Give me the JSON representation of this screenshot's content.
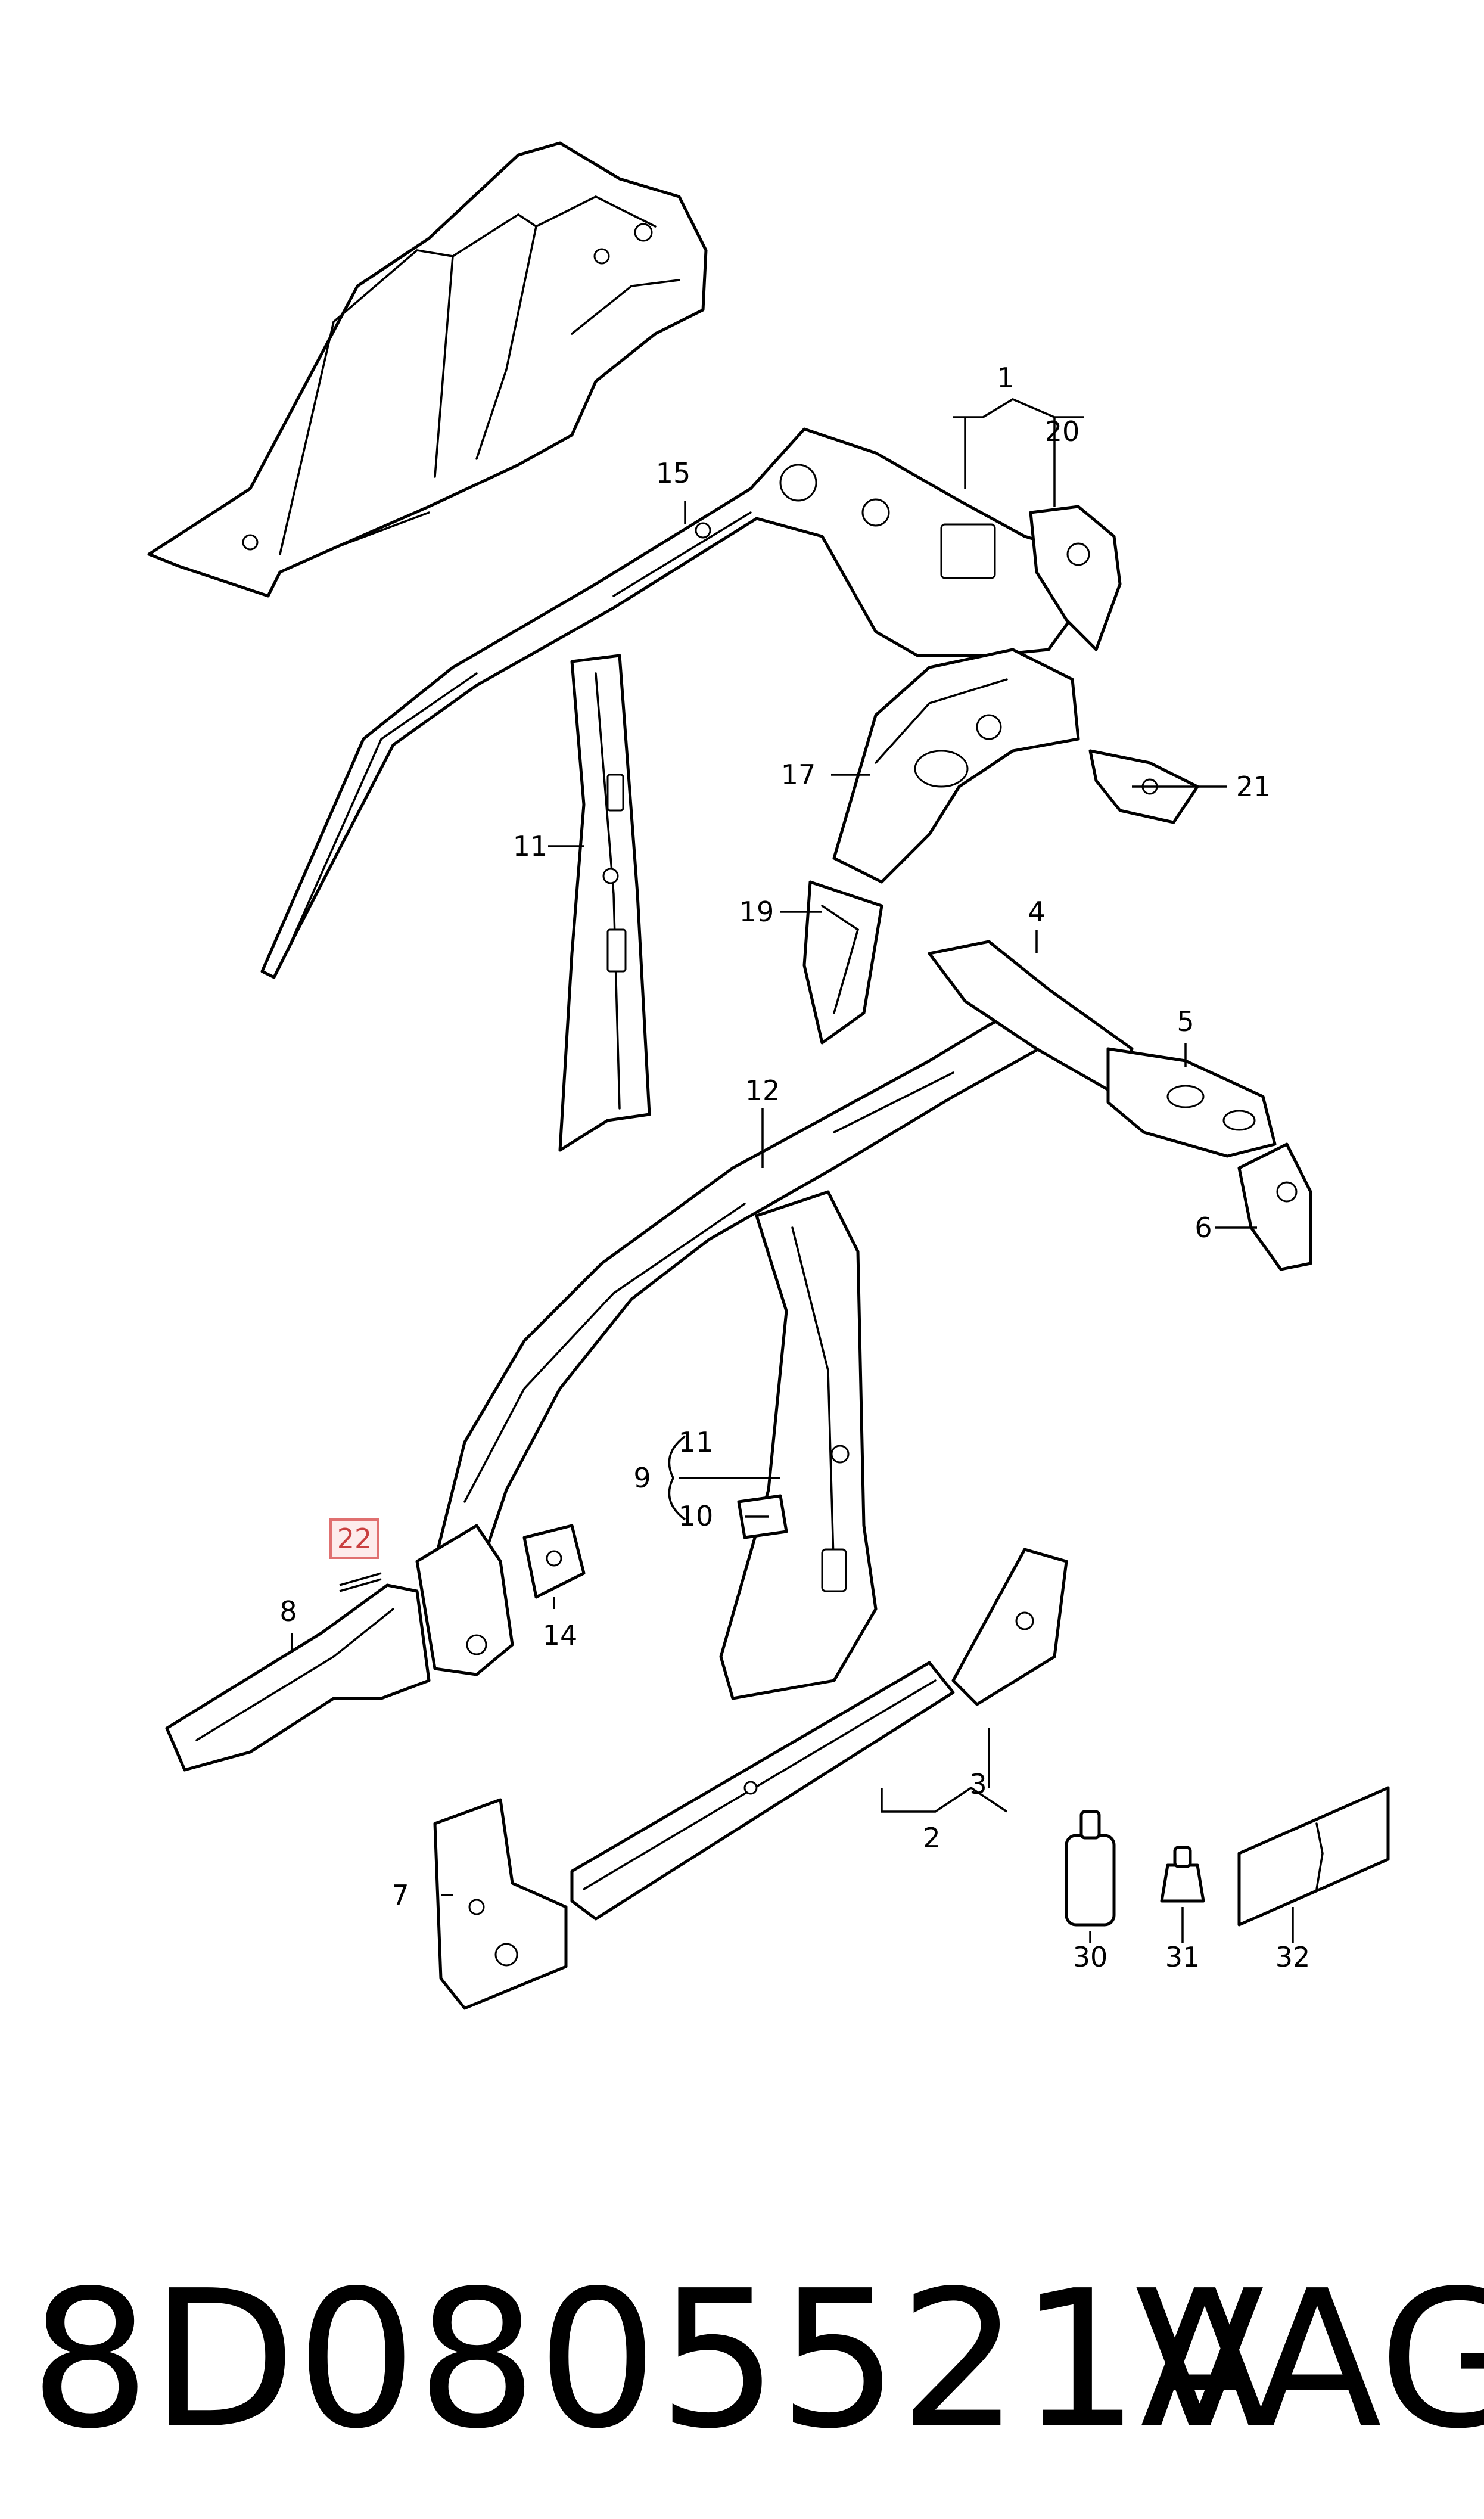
{
  "labels": {
    "n1": "1",
    "n2": "2",
    "n3": "3",
    "n4": "4",
    "n5": "5",
    "n6": "6",
    "n7": "7",
    "n8": "8",
    "n9": "9",
    "n10": "10",
    "n11a": "11",
    "n11b": "11",
    "n12": "12",
    "n14": "14",
    "n15": "15",
    "n17": "17",
    "n19": "19",
    "n20": "20",
    "n21": "21",
    "n22": "22",
    "n30": "30",
    "n31": "31",
    "n32": "32"
  },
  "highlight_label": "22",
  "footer": {
    "part_number": "8D0805521A",
    "brand": "VAG"
  }
}
